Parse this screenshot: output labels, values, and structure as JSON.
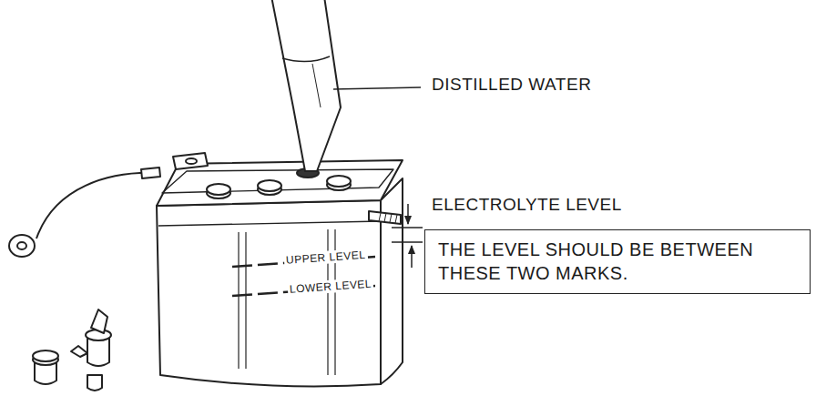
{
  "diagram": {
    "nodes": [
      {
        "text": [
          "THE LEVEL SHOULD BE BETWEEN THESE TWO MARKS."
        ]
      }
    ],
    "labels": [
      "DISTILLED WATER",
      "ELECTROLYTE LEVEL",
      "UPPER LEVEL",
      "LOWER LEVEL"
    ]
  }
}
